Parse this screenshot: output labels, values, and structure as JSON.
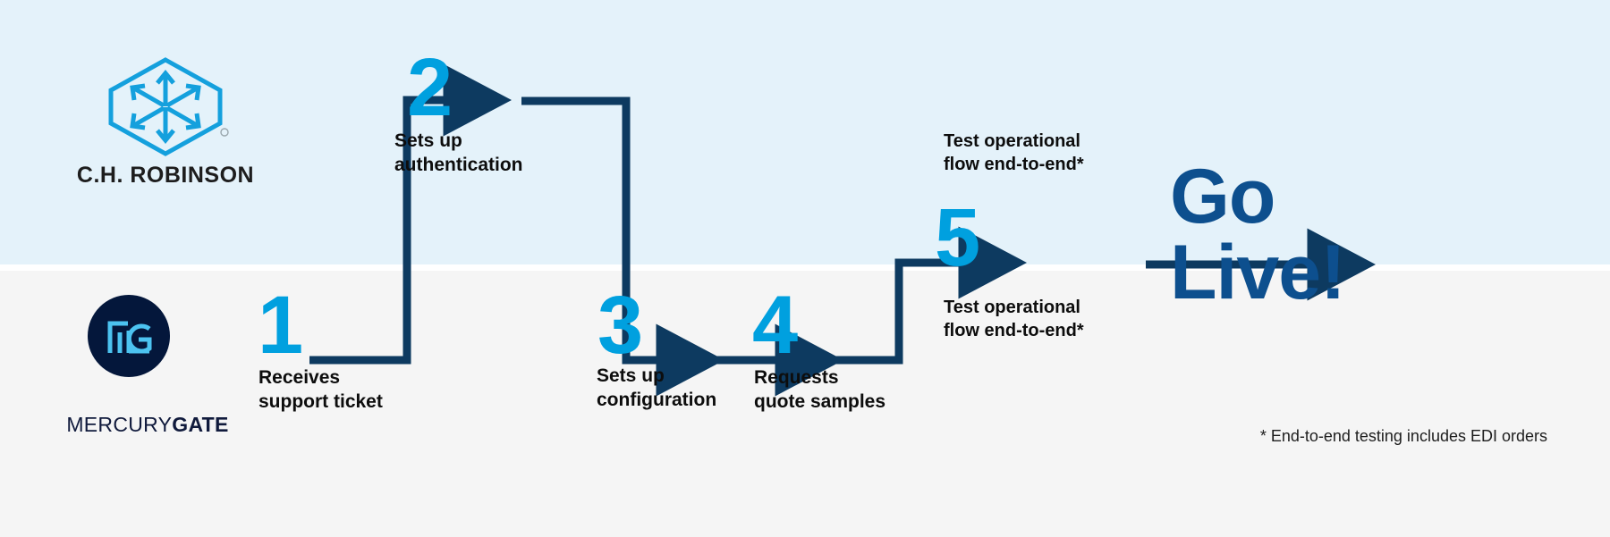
{
  "colors": {
    "band_top_bg": "#e4f2fa",
    "band_bottom_bg": "#f5f5f5",
    "accent_blue": "#00a0df",
    "arrow_navy": "#0d3a60",
    "golive_blue": "#0d4f8e",
    "mg_navy": "#04173b",
    "mg_light_blue": "#4cc3f0",
    "text_black": "#0d0d0d"
  },
  "lanes": {
    "top": {
      "logo_name": "C.H. ROBINSON",
      "logo_icon": "hexagon-arrows-icon"
    },
    "bottom": {
      "logo_name_light": "MERCURY",
      "logo_name_bold": "GATE",
      "logo_icon": "mercurygate-circle-icon"
    }
  },
  "steps": [
    {
      "number": "1",
      "label": "Receives\nsupport ticket",
      "lane": "bottom"
    },
    {
      "number": "2",
      "label": "Sets up\nauthentication",
      "lane": "top"
    },
    {
      "number": "3",
      "label": "Sets up\nconfiguration",
      "lane": "bottom"
    },
    {
      "number": "4",
      "label": "Requests\nquote samples",
      "lane": "bottom"
    },
    {
      "number": "5",
      "label": "",
      "lane": "top"
    }
  ],
  "notes": {
    "top": "Test operational\nflow end-to-end*",
    "bottom": "Test operational\nflow end-to-end*"
  },
  "outcome": {
    "text": "Go\nLive!"
  },
  "footnote": {
    "text": "* End-to-end testing includes EDI orders"
  }
}
